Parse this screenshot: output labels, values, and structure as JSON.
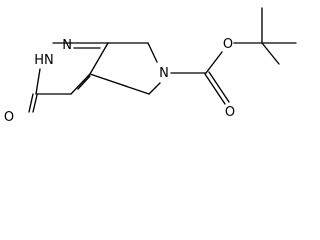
{
  "molecule": {
    "atoms": {
      "nh": "HN",
      "n_ring": "N",
      "n_pyrrolidine": "N",
      "o_carbonyl_ring": "O",
      "o_ester": "O",
      "o_carbonyl_boc": "O"
    }
  },
  "colors": {
    "background": "#ffffff",
    "ink": "#000000"
  }
}
